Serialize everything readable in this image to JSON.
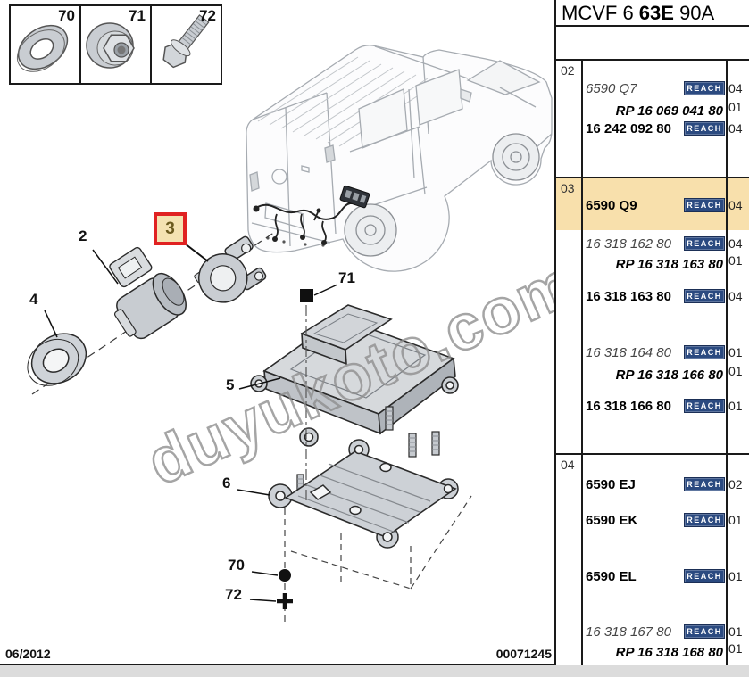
{
  "header": {
    "title_prefix": "MCVF 6 ",
    "title_bold": "63E",
    "title_suffix": " 90A"
  },
  "watermark": {
    "text": "duyukoto.com"
  },
  "footer": {
    "date": "06/2012",
    "doc_number": "00071245"
  },
  "hardware_boxes": [
    {
      "num": "70",
      "icon": "washer-icon"
    },
    {
      "num": "71",
      "icon": "flange-nut-icon"
    },
    {
      "num": "72",
      "icon": "bolt-icon"
    }
  ],
  "callouts": {
    "c2": "2",
    "c3": "3",
    "c4": "4",
    "c5": "5",
    "c6": "6",
    "c70": "70",
    "c71": "71",
    "c72": "72"
  },
  "parts_table": {
    "reach_label": "REACH",
    "groups": [
      {
        "item": "02",
        "rows": [
          {
            "ref": "6590 Q7",
            "style": "italic",
            "reach": true,
            "qty": "04"
          },
          {
            "ref": "RP 16 069 041 80",
            "style": "bold-italic",
            "reach": false,
            "qty": "01"
          },
          {
            "ref": "16 242 092 80",
            "style": "bold",
            "reach": true,
            "qty": "04"
          }
        ]
      },
      {
        "item": "03",
        "rows": [
          {
            "ref": "6590 Q9",
            "style": "bold",
            "reach": true,
            "qty": "04",
            "highlight": true
          },
          {
            "ref": "16 318 162 80",
            "style": "italic",
            "reach": true,
            "qty": "04"
          },
          {
            "ref": "RP 16 318 163 80",
            "style": "bold-italic",
            "reach": false,
            "qty": "01"
          },
          {
            "ref": "16 318 163 80",
            "style": "bold",
            "reach": true,
            "qty": "04"
          },
          {
            "ref": "16 318 164 80",
            "style": "italic",
            "reach": true,
            "qty": "01"
          },
          {
            "ref": "RP 16 318 166 80",
            "style": "bold-italic",
            "reach": false,
            "qty": "01"
          },
          {
            "ref": "16 318 166 80",
            "style": "bold",
            "reach": true,
            "qty": "01"
          }
        ]
      },
      {
        "item": "04",
        "rows": [
          {
            "ref": "6590 EJ",
            "style": "bold",
            "reach": true,
            "qty": "02"
          },
          {
            "ref": "6590 EK",
            "style": "bold",
            "reach": true,
            "qty": "01"
          },
          {
            "ref": "6590 EL",
            "style": "bold",
            "reach": true,
            "qty": "01"
          },
          {
            "ref": "16 318 167 80",
            "style": "italic",
            "reach": true,
            "qty": "01"
          },
          {
            "ref": "RP 16 318 168 80",
            "style": "bold-italic",
            "reach": false,
            "qty": "01"
          }
        ]
      }
    ]
  },
  "colors": {
    "highlight": "#f8e0ac",
    "reach_badge": "#2b4a80",
    "red_box_border": "#e02222",
    "red_box_fill": "#f4e2b2"
  }
}
